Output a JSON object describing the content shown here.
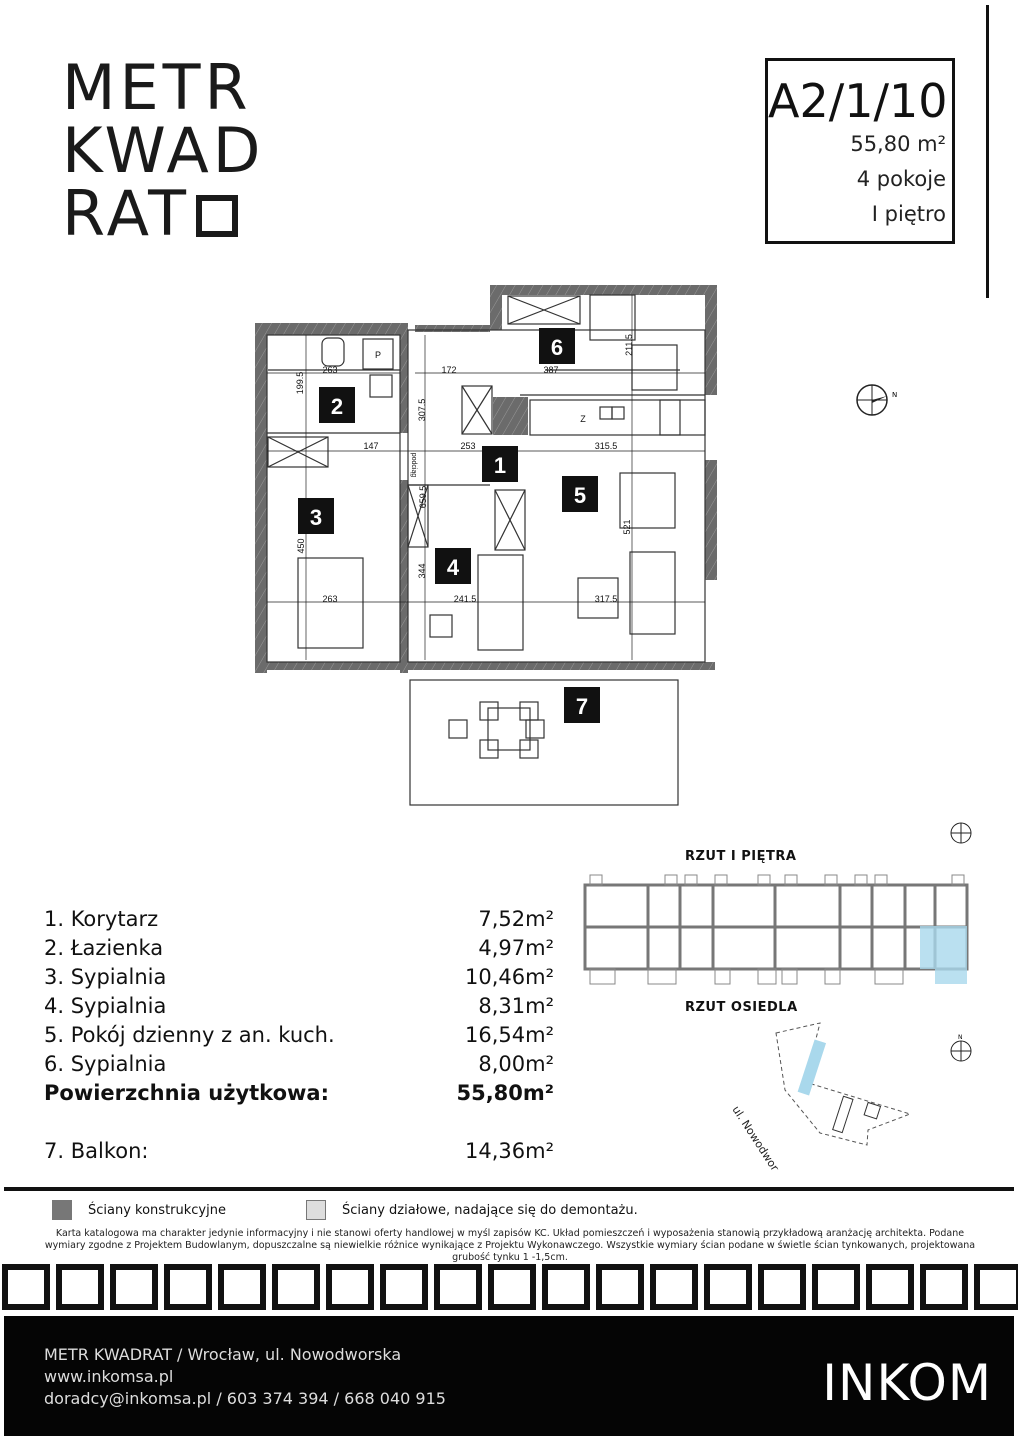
{
  "logo": {
    "line1": "METR",
    "line2": "KWAD",
    "line3": "RAT"
  },
  "unit": {
    "code": "A2/1/10",
    "area": "55,80 m²",
    "rooms": "4 pokoje",
    "floor": "I piętro"
  },
  "plan": {
    "room_numbers": [
      "1",
      "2",
      "3",
      "4",
      "5",
      "6",
      "7"
    ],
    "dims": {
      "d263a": "263",
      "d1995": "199.5",
      "d172": "172",
      "d387": "387",
      "d2115": "211.5",
      "d3075": "307.5",
      "d147": "147",
      "d253": "253",
      "d3155": "315.5",
      "d6595": "659.5",
      "d450": "450",
      "d521": "521",
      "d344": "344",
      "d263b": "263",
      "d2415": "241.5",
      "d3175": "317.5",
      "podciag": "podciąg"
    },
    "fixtures": {
      "p": "P",
      "z": "Z"
    }
  },
  "rooms": [
    {
      "name": "1. Korytarz",
      "area": "7,52m²"
    },
    {
      "name": "2. Łazienka",
      "area": "4,97m²"
    },
    {
      "name": "3. Sypialnia",
      "area": "10,46m²"
    },
    {
      "name": "4. Sypialnia",
      "area": "8,31m²"
    },
    {
      "name": "5. Pokój dzienny z an. kuch.",
      "area": "16,54m²"
    },
    {
      "name": "6. Sypialnia",
      "area": "8,00m²"
    }
  ],
  "total": {
    "label": "Powierzchnia użytkowa:",
    "area": "55,80m²"
  },
  "balcony": {
    "name": "7. Balkon:",
    "area": "14,36m²"
  },
  "keyplan": {
    "floor_title": "RZUT I PIĘTRA",
    "site_title": "RZUT OSIEDLA",
    "street": "ul. Nowodworska",
    "north": "N",
    "highlight": "#a9d8ec"
  },
  "legend": {
    "structural": "Ściany konstrukcyjne",
    "partition": "Ściany działowe, nadające się do demontażu."
  },
  "disclaimer": "Karta katalogowa ma charakter jedynie informacyjny i nie stanowi oferty handlowej w myśl zapisów KC. Układ pomieszczeń i wyposażenia stanowią przykładową aranżację architekta. Podane wymiary zgodne z Projektem Budowlanym, dopuszczalne są niewielkie różnice wynikające z  Projektu Wykonawczego. Wszystkie wymiary ścian podane w świetle ścian  tynkowanych, projektowana grubość tynku 1 -1,5cm.",
  "footer": {
    "line1": "METR KWADRAT / Wrocław, ul. Nowodworska",
    "line2": "www.inkomsa.pl",
    "line3": "doradcy@inkomsa.pl / 603 374 394 / 668 040 915",
    "brand": "INKOM"
  }
}
